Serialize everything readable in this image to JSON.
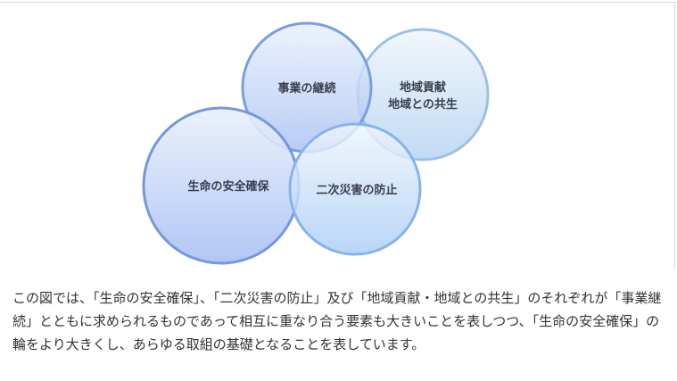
{
  "diagram": {
    "circles": {
      "business_continuity": {
        "label": "事業の継続"
      },
      "regional_contribution": {
        "label_line1": "地域貢献",
        "label_line2": "地域との共生"
      },
      "life_safety": {
        "label": "生命の安全確保"
      },
      "secondary_disaster": {
        "label": "二次災害の防止"
      }
    }
  },
  "caption": {
    "text": "この図では、「生命の安全確保」、「二次災害の防止」及び「地域貢献・地域との共生」のそれぞれが「事業継続」とともに求められるものであって相互に重なり合う要素も大きいことを表しつつ、「生命の安全確保」の輪をより大きくし、あらゆる取組の基礎となることを表しています。"
  },
  "colors": {
    "stroke_blue": "#7a9fe0",
    "stroke_light": "#9fc0ea",
    "fill_top": "#e7effd",
    "fill_bottom": "#a9c2f3"
  }
}
